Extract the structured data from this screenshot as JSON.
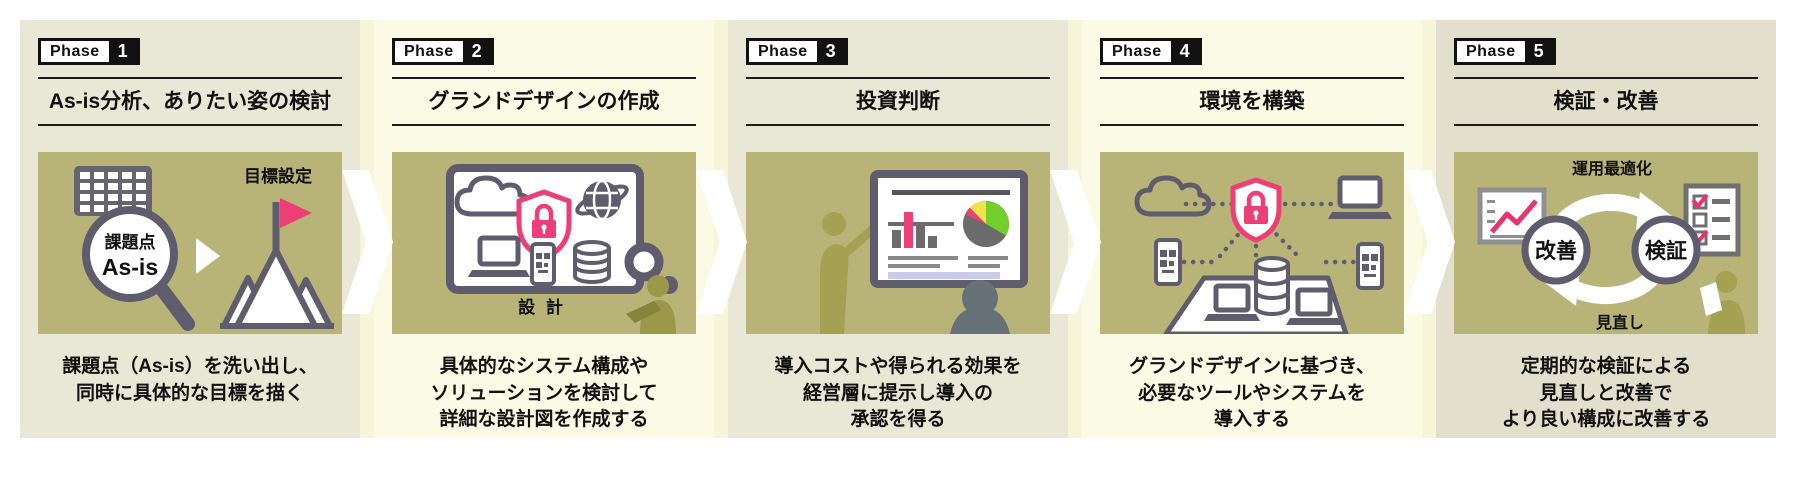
{
  "colors": {
    "page_bg": "#ffffff",
    "gap_strip_bg": "#f6f5da",
    "panel_bg_odd": "#e9e7d5",
    "panel_bg_even": "#fbfae4",
    "panel_bg_phase5": "#e2e0cc",
    "illustration_bg": "#b8b478",
    "icon_slate": "#5f5c6e",
    "accent_pink": "#ee3e76",
    "person_olive": "#a4a152",
    "pie_green": "#74cf2d",
    "pie_yellow": "#f2e24a",
    "text_black": "#111111"
  },
  "phases": [
    {
      "badge_label": "Phase",
      "number": "1",
      "title": "As-is分析、ありたい姿の検討",
      "labels": {
        "goal": "目標設定",
        "mag_top": "課題点",
        "mag_bottom": "As-is"
      },
      "description": "課題点（As-is）を洗い出し、\n同時に具体的な目標を描く"
    },
    {
      "badge_label": "Phase",
      "number": "2",
      "title": "グランドデザインの作成",
      "labels": {
        "design": "設 計"
      },
      "description": "具体的なシステム構成や\nソリューションを検討して\n詳細な設計図を作成する"
    },
    {
      "badge_label": "Phase",
      "number": "3",
      "title": "投資判断",
      "labels": {},
      "description": "導入コストや得られる効果を\n経営層に提示し導入の\n承認を得る"
    },
    {
      "badge_label": "Phase",
      "number": "4",
      "title": "環境を構築",
      "labels": {},
      "description": "グランドデザインに基づき、\n必要なツールやシステムを\n導入する"
    },
    {
      "badge_label": "Phase",
      "number": "5",
      "title": "検証・改善",
      "labels": {
        "top": "運用最適化",
        "left_circle": "改善",
        "right_circle": "検証",
        "bottom": "見直し"
      },
      "description": "定期的な検証による\n見直しと改善で\nより良い構成に改善する"
    }
  ]
}
